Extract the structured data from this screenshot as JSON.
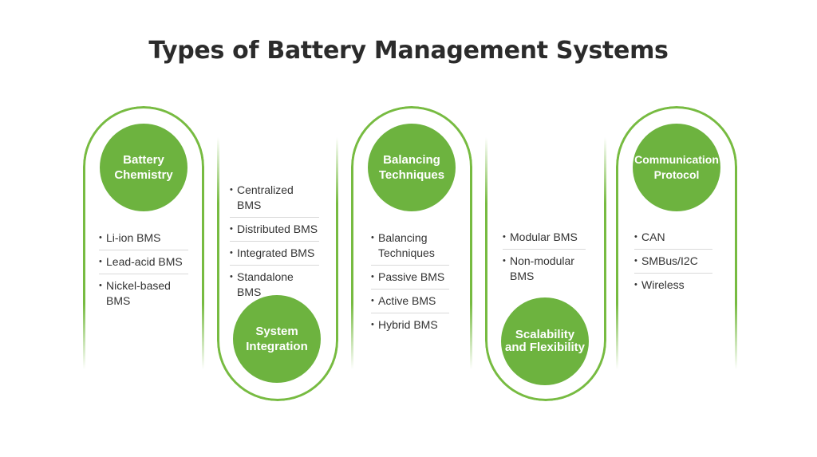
{
  "title": "Types of Battery Management Systems",
  "accent_color": "#6db33f",
  "border_color": "#77bb41",
  "columns": [
    {
      "heading": "Battery Chemistry",
      "items": [
        "Li-ion BMS",
        "Lead-acid BMS",
        "Nickel-based BMS"
      ]
    },
    {
      "heading": "System Integration",
      "items": [
        "Centralized BMS",
        "Distributed BMS",
        "Integrated BMS",
        "Standalone BMS"
      ]
    },
    {
      "heading": "Balancing Techniques",
      "items": [
        "Balancing Techniques",
        "Passive BMS",
        "Active BMS",
        "Hybrid BMS"
      ]
    },
    {
      "heading": "Scalability and Flexibility",
      "items": [
        "Modular BMS",
        "Non-modular BMS"
      ]
    },
    {
      "heading": "Communication Protocol",
      "items": [
        "CAN",
        "SMBus/I2C",
        "Wireless"
      ]
    }
  ]
}
